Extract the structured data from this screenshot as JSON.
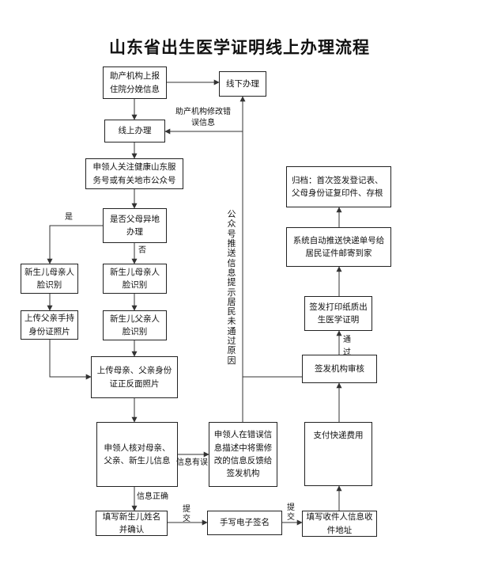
{
  "title": "山东省出生医学证明线上办理流程",
  "nodes": {
    "hospital_report": "助产机构上报住院分娩信息",
    "offline": "线下办理",
    "online": "线上办理",
    "follow_account": "申领人关注健康山东服务号或有关地市公众号",
    "parents_elsewhere": "是否父母异地办理",
    "baby_mother_face_left": "新生儿母亲人脸识别",
    "upload_father_id": "上传父亲手持身份证照片",
    "baby_mother_face_right": "新生儿母亲人脸识别",
    "baby_father_face": "新生儿父亲人脸识别",
    "upload_parents_id": "上传母亲、父亲身份证正反面照片",
    "verify_info": "申领人核对母亲、父亲、新生儿信息",
    "error_feedback": "申领人在错误信息描述中将需修改的信息反馈给签发机构",
    "fill_name": "填写新生儿姓名并确认",
    "e_signature": "手写电子签名",
    "fill_address": "填写收件人信息收件地址",
    "pay_express": "支付快递费用",
    "issuer_review": "签发机构审核",
    "print_certificate": "签发打印纸质出生医学证明",
    "auto_express": "系统自动推送快递单号给居民证件邮寄到家",
    "archive": "归档：首次签发登记表、父母身份证复印件、存根"
  },
  "edge_labels": {
    "hospital_modify": "助产机构修改错误信息",
    "yes": "是",
    "no": "否",
    "info_error": "信息有误",
    "info_correct": "信息正确",
    "submit_1": "提交",
    "submit_2": "提交",
    "passed": "通过",
    "account_push": "公众号推送信息提示居民未通过原因"
  }
}
